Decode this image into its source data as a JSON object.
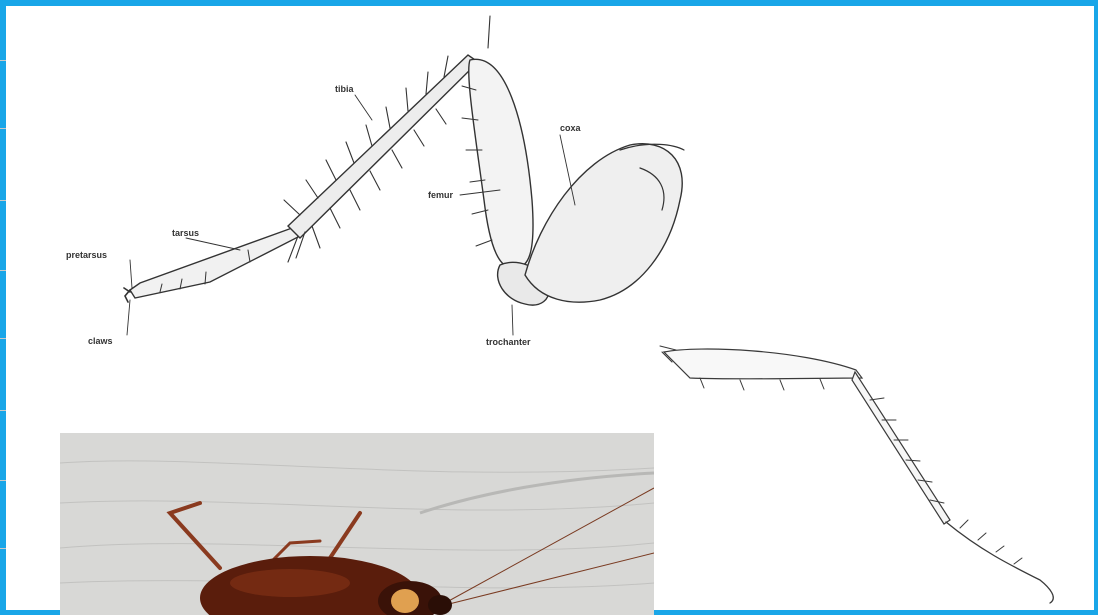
{
  "diagram": {
    "labels": {
      "tibia": "tibia",
      "coxa": "coxa",
      "femur": "femur",
      "tarsus": "tarsus",
      "pretarsus": "pretarsus",
      "claws": "claws",
      "trochanter": "trochanter"
    }
  },
  "colors": {
    "frame": "#19a6e8",
    "photo_background": "#d8d8d6",
    "insect_body": "#5a1d0c"
  }
}
